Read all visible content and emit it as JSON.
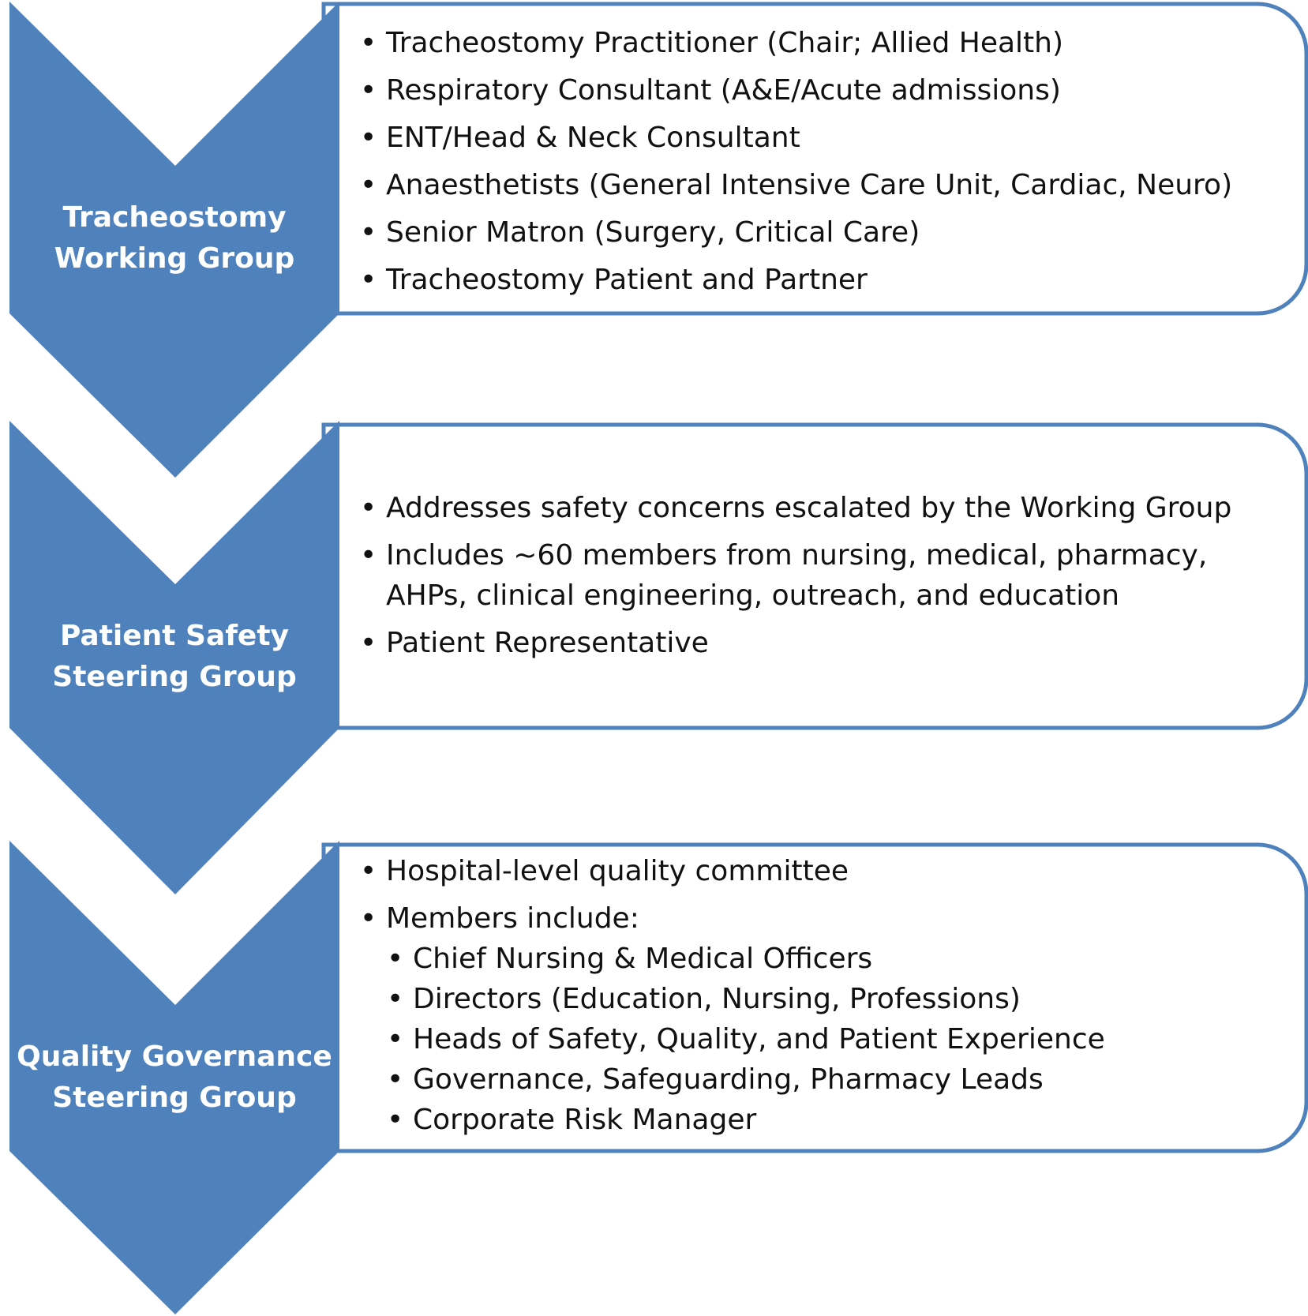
{
  "colors": {
    "chevron_fill": "#4f81bd",
    "box_border": "#4f81bd",
    "box_fill": "#ffffff",
    "label_text": "#ffffff",
    "body_text": "#111111"
  },
  "stages": [
    {
      "title_lines": [
        "Tracheostomy",
        "Working Group"
      ],
      "items": [
        {
          "text": "Tracheostomy Practitioner (Chair; Allied Health)",
          "level": 1
        },
        {
          "text": "Respiratory Consultant (A&E/Acute admissions)",
          "level": 1
        },
        {
          "text": "ENT/Head & Neck Consultant",
          "level": 1
        },
        {
          "text": "Anaesthetists (General Intensive Care Unit, Cardiac, Neuro)",
          "level": 1
        },
        {
          "text": "Senior Matron (Surgery, Critical Care)",
          "level": 1
        },
        {
          "text": "Tracheostomy Patient and Partner",
          "level": 1
        }
      ]
    },
    {
      "title_lines": [
        "Patient Safety",
        "Steering Group"
      ],
      "items": [
        {
          "text": "Addresses safety concerns escalated by the Working Group",
          "level": 1
        },
        {
          "text": "Includes ~60 members from nursing, medical, pharmacy,",
          "level": 1
        },
        {
          "text": "AHPs, clinical engineering, outreach, and education",
          "level": 0
        },
        {
          "text": "Patient Representative",
          "level": 1
        }
      ]
    },
    {
      "title_lines": [
        "Quality Governance",
        "Steering Group"
      ],
      "items": [
        {
          "text": "Hospital-level quality committee",
          "level": 1
        },
        {
          "text": "Members include:",
          "level": 1
        },
        {
          "text": "Chief Nursing & Medical Officers",
          "level": 2
        },
        {
          "text": "Directors (Education, Nursing, Professions)",
          "level": 2
        },
        {
          "text": "Heads of Safety, Quality, and Patient Experience",
          "level": 2
        },
        {
          "text": "Governance, Safeguarding, Pharmacy Leads",
          "level": 2
        },
        {
          "text": "Corporate Risk Manager",
          "level": 2
        }
      ]
    }
  ]
}
